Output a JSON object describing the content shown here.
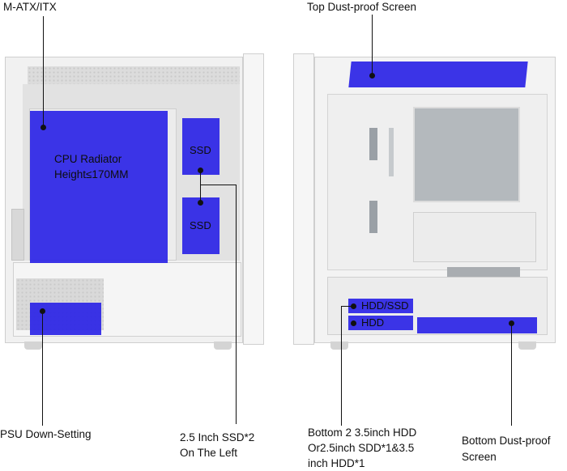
{
  "labels": {
    "matx": "M-ATX/ITX",
    "top_dust": "Top Dust-proof Screen",
    "cpu_radiator_line1": "CPU Radiator",
    "cpu_radiator_line2": "Height≤170MM",
    "ssd_top": "SSD",
    "ssd_bottom": "SSD",
    "hdd_ssd": "HDD/SSD",
    "hdd": "HDD",
    "psu": "PSU Down-Setting",
    "ssd_left_line1": "2.5 Inch SSD*2",
    "ssd_left_line2": "On The Left",
    "bottom_hdd_line1": "Bottom 2 3.5inch HDD",
    "bottom_hdd_line2": "Or2.5inch SDD*1&3.5",
    "bottom_hdd_line3": "inch HDD*1",
    "bottom_dust_line1": "Bottom Dust-proof",
    "bottom_dust_line2": "Screen"
  },
  "colors": {
    "highlight": "#2b24e6",
    "case_body": "#efefef",
    "leader_line": "#111111"
  }
}
